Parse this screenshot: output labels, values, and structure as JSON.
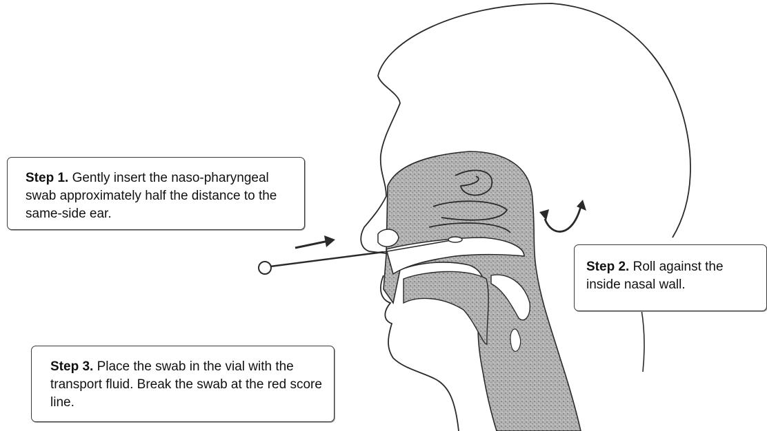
{
  "steps": [
    {
      "label": "Step 1.",
      "text": " Gently insert the naso-pharyngeal swab approximately half the distance to the same-side ear."
    },
    {
      "label": "Step 2.",
      "text": " Roll against the inside nasal wall."
    },
    {
      "label": "Step 3.",
      "text": " Place the swab in the vial with the transport  fluid. Break the swab at the red score line."
    }
  ],
  "colors": {
    "outline": "#2a2a2a",
    "tissue_fill": "#a8a8a8",
    "background": "#ffffff"
  },
  "icons": {
    "insert_direction": "right-arrow-icon",
    "rotation": "curved-double-arrow-icon"
  }
}
